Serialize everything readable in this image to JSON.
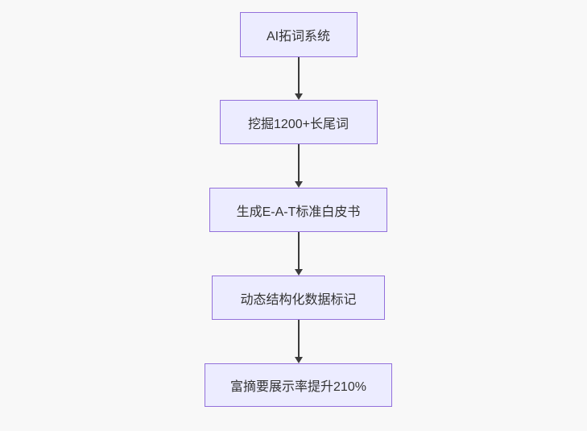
{
  "theme": {
    "bg": "#f8f8f8",
    "node_fill": "#ECECFF",
    "node_border": "#9370DB",
    "text_color": "#333333",
    "arrow_color": "#3b3b3b"
  },
  "flowchart": {
    "type": "flowchart",
    "direction": "top-down",
    "nodes": [
      {
        "id": "A",
        "label": "AI拓词系统"
      },
      {
        "id": "B",
        "label": "挖掘1200+长尾词"
      },
      {
        "id": "C",
        "label": "生成E-A-T标准白皮书"
      },
      {
        "id": "D",
        "label": "动态结构化数据标记"
      },
      {
        "id": "E",
        "label": "富摘要展示率提升210%"
      }
    ],
    "edges": [
      {
        "from": "A",
        "to": "B"
      },
      {
        "from": "B",
        "to": "C"
      },
      {
        "from": "C",
        "to": "D"
      },
      {
        "from": "D",
        "to": "E"
      }
    ]
  }
}
